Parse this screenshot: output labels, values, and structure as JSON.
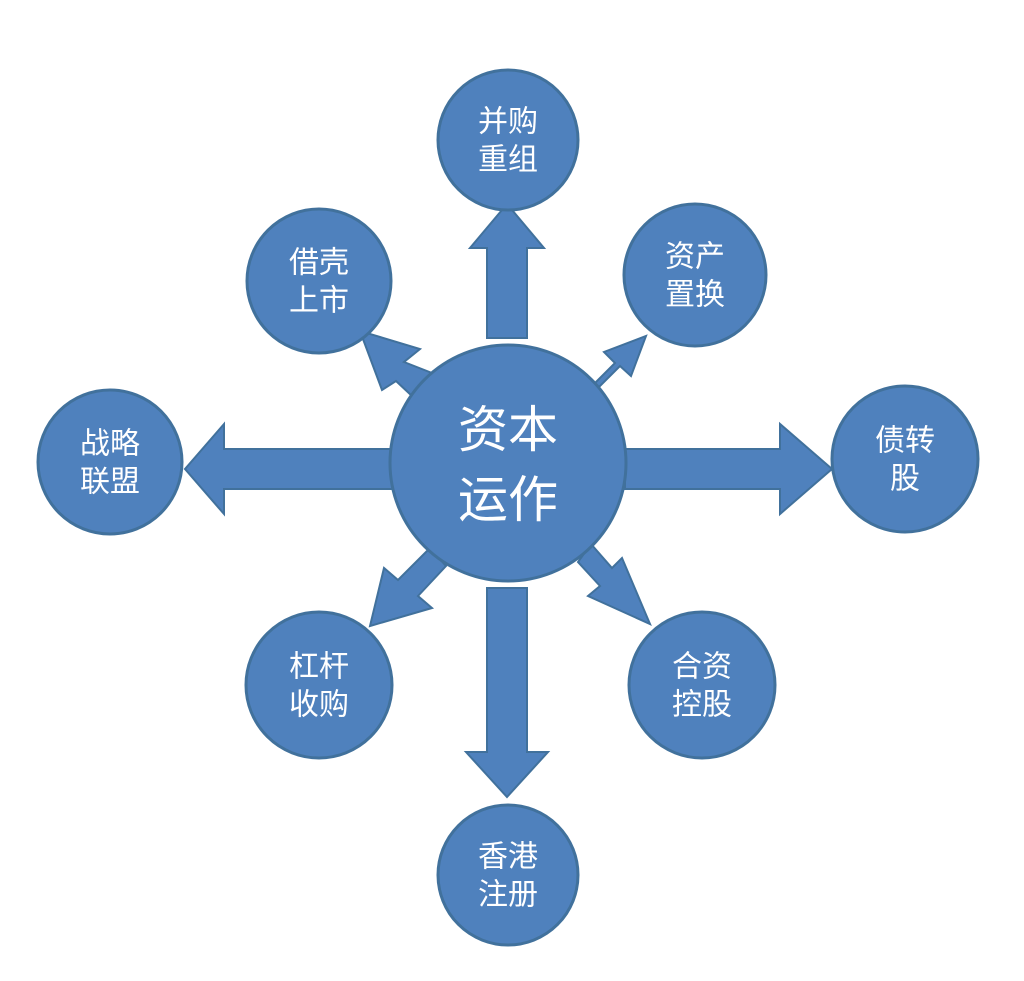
{
  "colors": {
    "fill": "#4f81bd",
    "stroke": "#41719c",
    "text": "#ffffff",
    "background": "#ffffff"
  },
  "center": {
    "line1": "资本",
    "line2": "运作"
  },
  "nodes": [
    {
      "id": "merger-restructuring",
      "line1": "并购",
      "line2": "重组"
    },
    {
      "id": "asset-swap",
      "line1": "资产",
      "line2": "置换"
    },
    {
      "id": "debt-to-equity",
      "line1": "债转",
      "line2": "股"
    },
    {
      "id": "joint-venture-holding",
      "line1": "合资",
      "line2": "控股"
    },
    {
      "id": "hong-kong-registration",
      "line1": "香港",
      "line2": "注册"
    },
    {
      "id": "leveraged-buyout",
      "line1": "杠杆",
      "line2": "收购"
    },
    {
      "id": "strategic-alliance",
      "line1": "战略",
      "line2": "联盟"
    },
    {
      "id": "backdoor-listing",
      "line1": "借壳",
      "line2": "上市"
    }
  ]
}
